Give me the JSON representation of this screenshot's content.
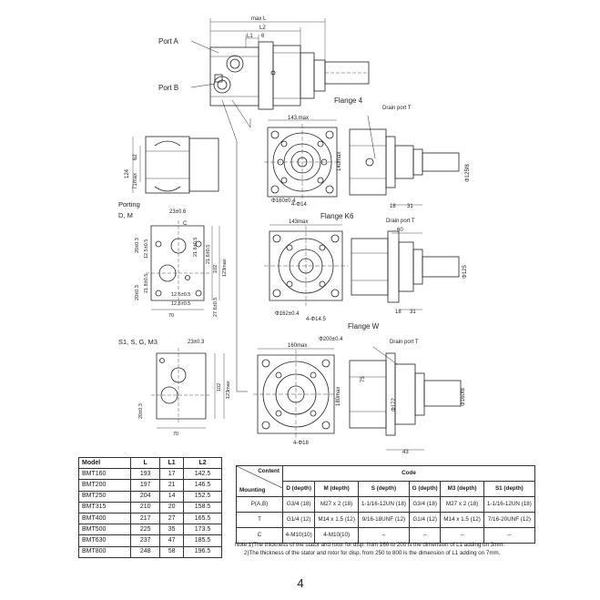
{
  "labels": {
    "port_a": "Port A",
    "port_b": "Port B",
    "max_l": "max L",
    "l2": "L2",
    "l1": "L1",
    "dim_6": "6",
    "flange4": "Flange 4",
    "flange_k6": "Flange K6",
    "flange_w": "Flange W",
    "drain_port": "Drain port T",
    "porting": "Porting",
    "dm": "D, M",
    "s1sgm3": "S1, S, G, M3",
    "d143": "143.max",
    "d143b": "143max",
    "d160max": "160max",
    "d200": "Φ200±0.4",
    "d160": "Φ160±0.4",
    "d162": "Φ162±0.4",
    "d4_14": "4-Φ14",
    "d4_14_5": "4-Φ14.5",
    "d4_18": "4-Φ18",
    "d140max": "140max",
    "d180max": "180max",
    "d125f8": "Φ125f8",
    "d125": "Φ125",
    "d172": "Φ172",
    "d160f8": "Φ160f8",
    "d31": "31",
    "d18": "18",
    "d43": "43",
    "d60": "60",
    "d75": "75",
    "d124": "124",
    "d62": "62",
    "d71": "71max",
    "d23_06": "23±0.6",
    "d23_03": "23±0.3",
    "d20_03": "20±0.3",
    "d21_6": "21.6±0.5",
    "d21_8": "21.8±0.5",
    "d12_5a": "12.5±0.5",
    "d12_5b": "12.5±0.5",
    "d27_6": "27.6±0.5",
    "d70": "70",
    "d102": "102",
    "d123max": "123max",
    "dc": "C"
  },
  "models_table": {
    "headers": [
      "Model",
      "L",
      "L1",
      "L2"
    ],
    "rows": [
      [
        "BMT160",
        "193",
        "17",
        "142.5"
      ],
      [
        "BMT200",
        "197",
        "21",
        "146.5"
      ],
      [
        "BMT250",
        "204",
        "14",
        "152.5"
      ],
      [
        "BMT315",
        "210",
        "20",
        "158.5"
      ],
      [
        "BMT400",
        "217",
        "27",
        "165.5"
      ],
      [
        "BMT500",
        "225",
        "35",
        "173.5"
      ],
      [
        "BMT630",
        "237",
        "47",
        "185.5"
      ],
      [
        "BMT800",
        "248",
        "58",
        "196.5"
      ]
    ]
  },
  "code_table": {
    "corner_top": "Content",
    "corner_bottom": "Mounting",
    "code_header": "Code",
    "columns": [
      "D (depth)",
      "M (depth)",
      "S (depth)",
      "G (depth)",
      "M3 (depth)",
      "S1 (depth)"
    ],
    "rows": [
      {
        "label": "P(A,B)",
        "cells": [
          "G3/4  (18)",
          "M27 x 2 (18)",
          "1-1/16-12UN (18)",
          "G3/4  (18)",
          "M27 x 2 (18)",
          "1-1/16-12UN (18)"
        ]
      },
      {
        "label": "T",
        "cells": [
          "G1/4  (12)",
          "M14 x 1.5 (12)",
          "9/16-18UNF (12)",
          "G1/4  (12)",
          "M14 x 1.5 (12)",
          "7/16-20UNF (12)"
        ]
      },
      {
        "label": "C",
        "cells": [
          "4-M10(10)",
          "4-M10(10)",
          "--",
          "--",
          "--",
          "--"
        ]
      }
    ]
  },
  "notes": {
    "line1": "Note:1)The thickness of the stator and rotor for disp. from 160 to 200 is the dimension of L1 adding on 3mm.",
    "line2": "2)The thickness of the stator and rotor for disp. from 250 to 800 is the dimension of L1 adding on 7mm."
  },
  "page_number": "4"
}
